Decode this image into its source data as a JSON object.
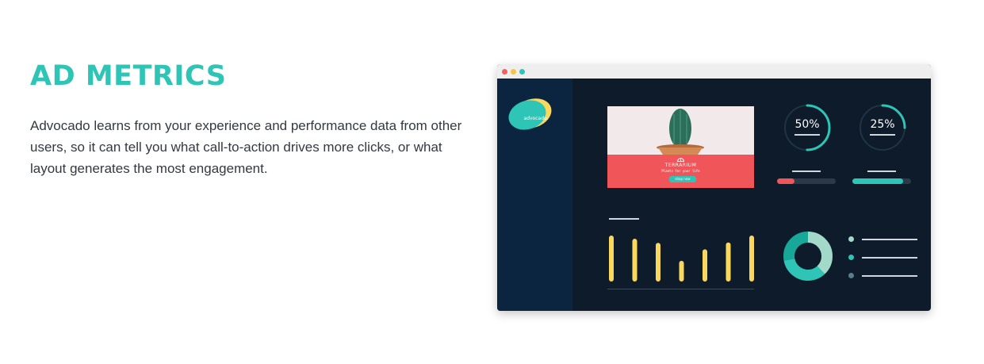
{
  "heading": "AD METRICS",
  "description": "Advocado learns from your experience and performance data from other users, so it can tell you what call-to-action drives more clicks, or what layout generates the most engagement.",
  "colors": {
    "accent": "#2ec4b6",
    "yellow": "#f9d85d",
    "red": "#f05559",
    "dark_bg": "#0d1b2a",
    "sidebar": "#0b2440",
    "donut_light": "#a3d9c9",
    "donut_dark": "#17a89a"
  },
  "window": {
    "controls": [
      {
        "name": "close",
        "color": "#f26060"
      },
      {
        "name": "minimize",
        "color": "#f6c343"
      },
      {
        "name": "zoom",
        "color": "#2ec4b6"
      }
    ],
    "logo_text": "advocado."
  },
  "ad": {
    "brand": "TERRARIUM",
    "tagline": "Plants for your life",
    "button_label": "shop now"
  },
  "metrics": [
    {
      "label": "50%",
      "value": 50,
      "bar_value": 30,
      "bar_color": "#f05559"
    },
    {
      "label": "25%",
      "value": 25,
      "bar_value": 87,
      "bar_color": "#2ec4b6"
    }
  ],
  "chart_data": [
    {
      "type": "bar",
      "values": [
        100,
        93,
        84,
        45,
        70,
        85,
        100
      ],
      "ylim": [
        0,
        100
      ]
    },
    {
      "type": "pie",
      "values": [
        38,
        34,
        28
      ],
      "colors": [
        "#a3d9c9",
        "#2ec4b6",
        "#17a89a"
      ]
    }
  ],
  "legend": [
    {
      "color": "#a3d9c9"
    },
    {
      "color": "#2ec4b6"
    },
    {
      "color": "#5a7d8c"
    }
  ]
}
